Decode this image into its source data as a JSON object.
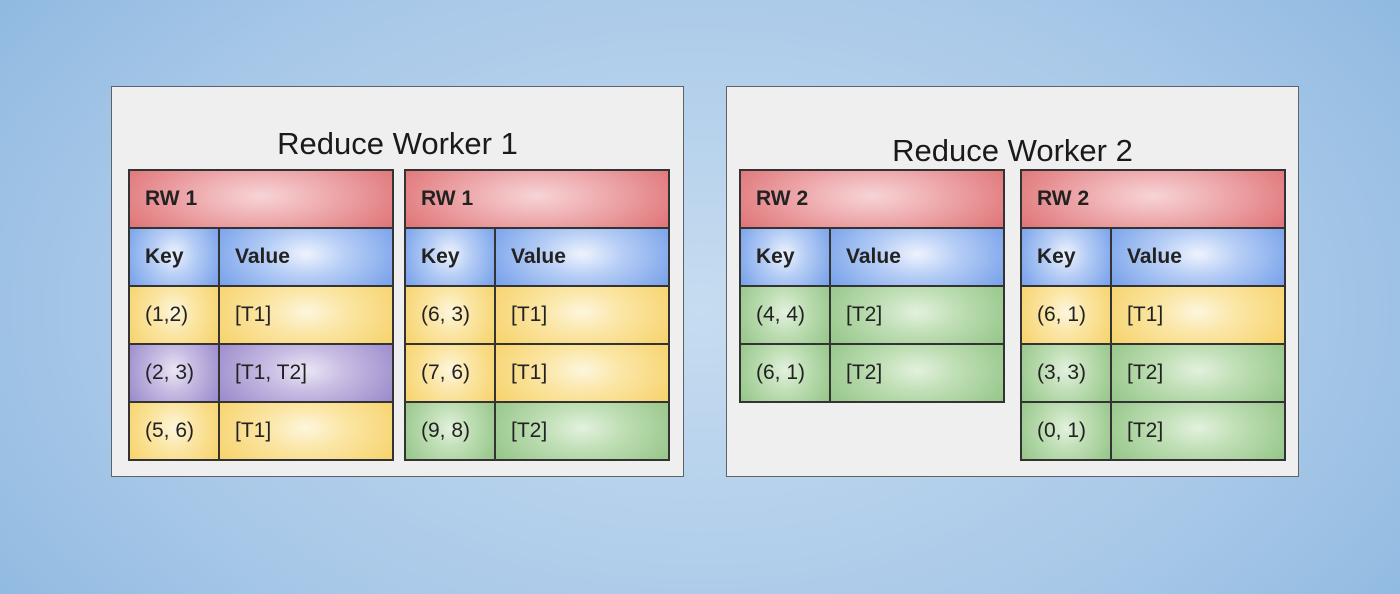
{
  "workers": [
    {
      "title": "Reduce Worker 1",
      "tables": [
        {
          "header": "RW 1",
          "key_label": "Key",
          "value_label": "Value",
          "rows": [
            {
              "key": "(1,2)",
              "value": "[T1]",
              "color": "#f6d063"
            },
            {
              "key": "(2, 3)",
              "value": "[T1, T2]",
              "color": "#9482c6"
            },
            {
              "key": "(5, 6)",
              "value": "[T1]",
              "color": "#f6d063"
            }
          ]
        },
        {
          "header": "RW 1",
          "key_label": "Key",
          "value_label": "Value",
          "rows": [
            {
              "key": "(6, 3)",
              "value": "[T1]",
              "color": "#f6d063"
            },
            {
              "key": "(7, 6)",
              "value": "[T1]",
              "color": "#f6d063"
            },
            {
              "key": "(9, 8)",
              "value": "[T2]",
              "color": "#8fc282"
            }
          ]
        }
      ]
    },
    {
      "title": "Reduce Worker 2",
      "tables": [
        {
          "header": "RW 2",
          "key_label": "Key",
          "value_label": "Value",
          "rows": [
            {
              "key": "(4, 4)",
              "value": "[T2]",
              "color": "#8fc282"
            },
            {
              "key": "(6, 1)",
              "value": "[T2]",
              "color": "#8fc282"
            }
          ]
        },
        {
          "header": "RW 2",
          "key_label": "Key",
          "value_label": "Value",
          "rows": [
            {
              "key": "(6, 1)",
              "value": "[T1]",
              "color": "#f6d063"
            },
            {
              "key": "(3, 3)",
              "value": "[T2]",
              "color": "#8fc282"
            },
            {
              "key": "(0, 1)",
              "value": "[T2]",
              "color": "#8fc282"
            }
          ]
        }
      ]
    }
  ],
  "colors": {
    "header": "#dd6b6e",
    "column_header": "#6d9ae8",
    "t1": "#f6d063",
    "t2": "#8fc282",
    "t1_t2": "#9482c6",
    "panel": "#efefef"
  }
}
